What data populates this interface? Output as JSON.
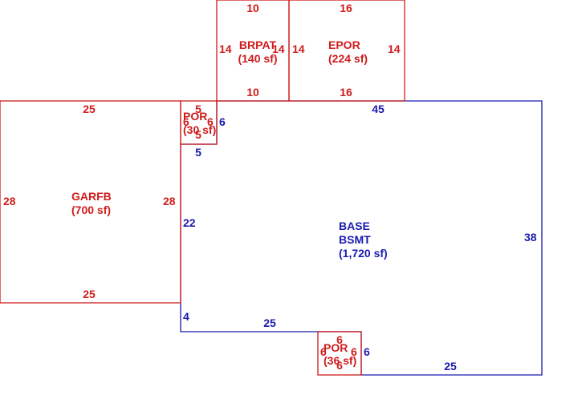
{
  "colors": {
    "red": "#d01c1c",
    "blue": "#1a1ab0",
    "background": "#ffffff"
  },
  "areas": {
    "brpat": {
      "name": "BRPAT",
      "area": "(140 sf)"
    },
    "epor": {
      "name": "EPOR",
      "area": "(224 sf)"
    },
    "por_top": {
      "name": "POR",
      "area": "(30 sf)"
    },
    "garfb": {
      "name": "GARFB",
      "area": "(700 sf)"
    },
    "base": {
      "name1": "BASE",
      "name2": "BSMT",
      "area": "(1,720 sf)"
    },
    "por_bottom": {
      "name": "POR",
      "area": "(36 sf)"
    }
  },
  "dims": {
    "brpat_top": "10",
    "brpat_bottom": "10",
    "brpat_left": "14",
    "brpat_right": "14",
    "epor_top": "16",
    "epor_bottom": "16",
    "epor_left": "14",
    "epor_right": "14",
    "por_top_top": "5",
    "por_top_bottom": "5",
    "por_top_left": "6",
    "por_top_right": "6",
    "garfb_top": "25",
    "garfb_bottom": "25",
    "garfb_left": "28",
    "garfb_right": "28",
    "base_top": "45",
    "base_right": "38",
    "base_bottom_right": "25",
    "base_step_right": "6",
    "base_bottom_left": "25",
    "base_step_left": "4",
    "base_left": "22",
    "base_notch_bottom": "5",
    "base_notch_side": "6",
    "por_bot_top": "6",
    "por_bot_bottom": "6",
    "por_bot_left": "6",
    "por_bot_right": "6"
  }
}
